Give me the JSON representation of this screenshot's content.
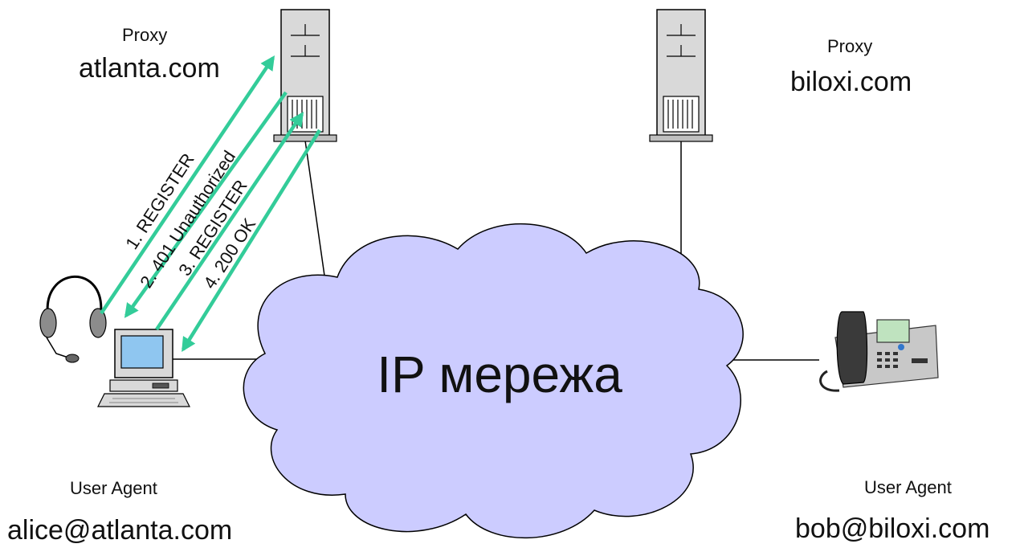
{
  "network": {
    "label": "IP мережа",
    "cloud_color": "#ccccff"
  },
  "proxies": [
    {
      "role": "Proxy",
      "domain": "atlanta.com"
    },
    {
      "role": "Proxy",
      "domain": "biloxi.com"
    }
  ],
  "user_agents": [
    {
      "role": "User Agent",
      "address": "alice@atlanta.com"
    },
    {
      "role": "User Agent",
      "address": "bob@biloxi.com"
    }
  ],
  "messages": [
    {
      "label": "1. REGISTER"
    },
    {
      "label": "2. 401 Unauthorized"
    },
    {
      "label": "3. REGISTER"
    },
    {
      "label": "4. 200 OK"
    }
  ],
  "colors": {
    "arrow": "#33cc99",
    "line": "#000000"
  },
  "icons": [
    "server-icon",
    "headset-icon",
    "computer-icon",
    "ip-phone-icon"
  ]
}
